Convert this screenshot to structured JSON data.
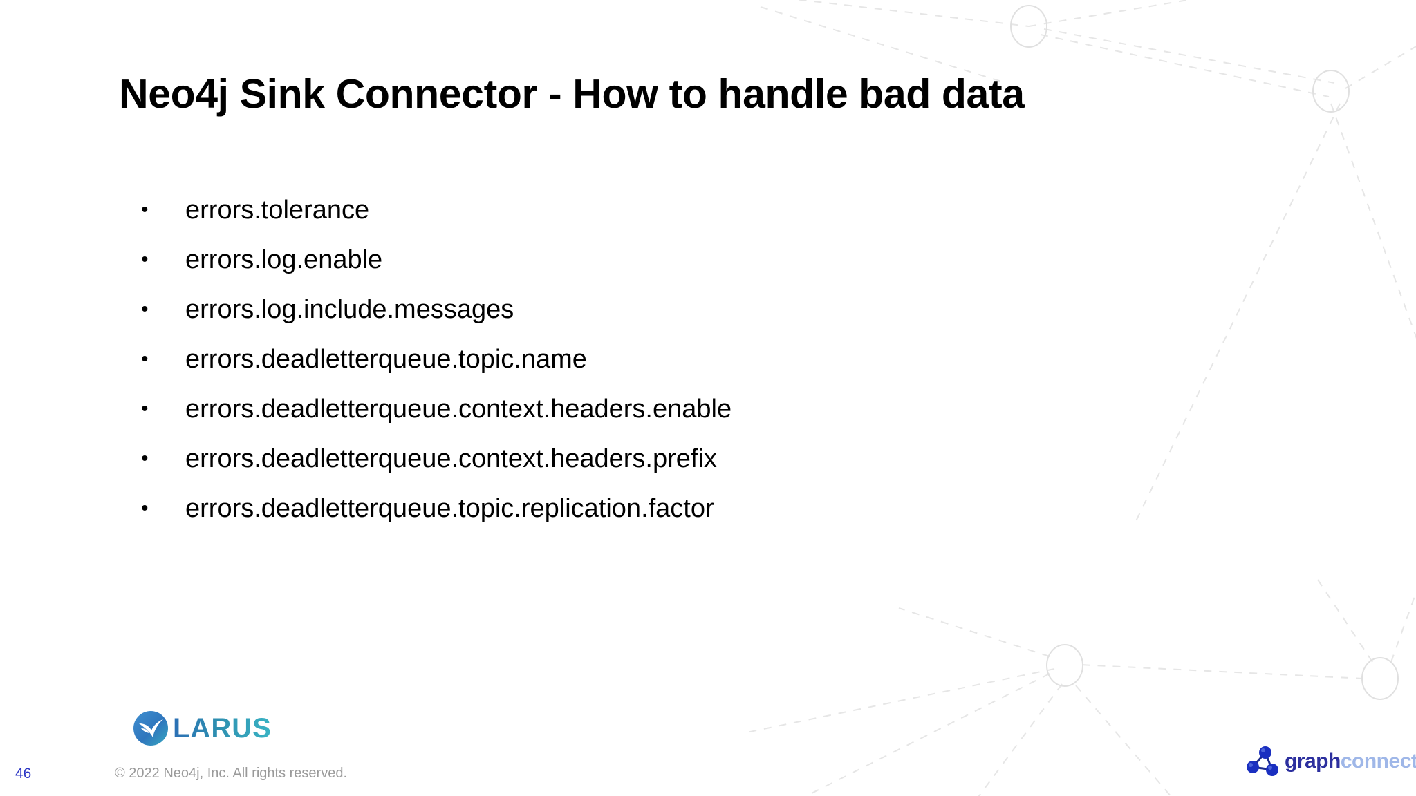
{
  "slide": {
    "title": "Neo4j Sink Connector - How to handle bad data",
    "bullet_marker": "•",
    "bullets": [
      {
        "text": "errors.tolerance"
      },
      {
        "text": "errors.log.enable"
      },
      {
        "text": "errors.log.include.messages"
      },
      {
        "text": "errors.deadletterqueue.topic.name"
      },
      {
        "text": "errors.deadletterqueue.context.headers.enable"
      },
      {
        "text": "errors.deadletterqueue.context.headers.prefix"
      },
      {
        "text": "errors.deadletterqueue.topic.replication.factor"
      }
    ]
  },
  "footer": {
    "page_number": "46",
    "copyright": "© 2022 Neo4j, Inc. All rights reserved."
  },
  "logos": {
    "larus": {
      "name": "LARUS",
      "icon": "larus-bird-circle-icon",
      "color_start": "#2b6fb5",
      "color_end": "#39b3c4"
    },
    "graphconnect": {
      "name_bold": "graph",
      "name_light": "connect",
      "icon": "graph-nodes-triangle-icon",
      "color_bold": "#2c2f9e",
      "color_light": "#9fb7e8"
    }
  },
  "background": {
    "decoration": "dashed-graph-network",
    "line_color": "#e6e6e6",
    "node_stroke": "#e0e0e0"
  },
  "theme": {
    "background": "#ffffff",
    "text": "#000000",
    "page_number_color": "#2b35c4",
    "copyright_color": "#9a9a9a"
  }
}
